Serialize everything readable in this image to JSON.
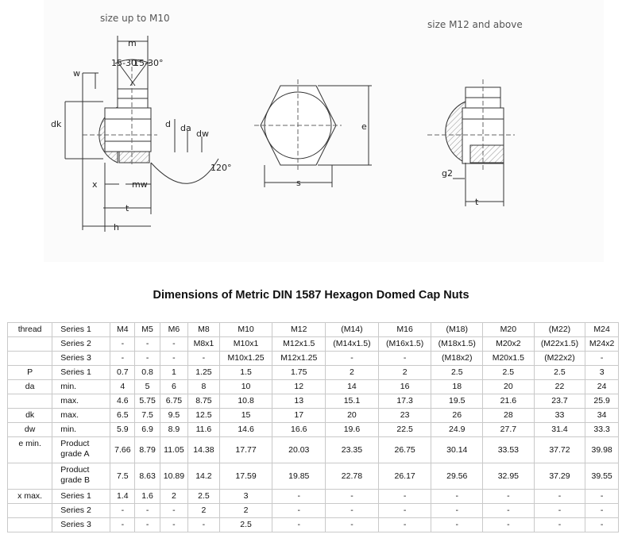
{
  "drawing": {
    "caption_left": "size up to M10",
    "caption_right": "size M12 and above",
    "labels": {
      "m": "m",
      "w": "w",
      "dk": "dk",
      "d": "d",
      "da": "da",
      "dw": "dw",
      "x": "x",
      "mw": "mw",
      "t": "t",
      "h": "h",
      "e": "e",
      "s": "s",
      "g2": "g2",
      "angle1": "15-30°",
      "angle2": "15-30°",
      "angle3": "120°"
    }
  },
  "title": "Dimensions of Metric DIN 1587 Hexagon Domed Cap Nuts",
  "table": {
    "rows": [
      [
        "thread",
        "Series 1",
        "M4",
        "M5",
        "M6",
        "M8",
        "M10",
        "M12",
        "(M14)",
        "M16",
        "(M18)",
        "M20",
        "(M22)",
        "M24"
      ],
      [
        "",
        "Series 2",
        "-",
        "-",
        "-",
        "M8x1",
        "M10x1",
        "M12x1.5",
        "(M14x1.5)",
        "(M16x1.5)",
        "(M18x1.5)",
        "M20x2",
        "(M22x1.5)",
        "M24x2"
      ],
      [
        "",
        "Series 3",
        "-",
        "-",
        "-",
        "-",
        "M10x1.25",
        "M12x1.25",
        "-",
        "-",
        "(M18x2)",
        "M20x1.5",
        "(M22x2)",
        "-"
      ],
      [
        "P",
        "Series 1",
        "0.7",
        "0.8",
        "1",
        "1.25",
        "1.5",
        "1.75",
        "2",
        "2",
        "2.5",
        "2.5",
        "2.5",
        "3"
      ],
      [
        "da",
        "min.",
        "4",
        "5",
        "6",
        "8",
        "10",
        "12",
        "14",
        "16",
        "18",
        "20",
        "22",
        "24"
      ],
      [
        "",
        "max.",
        "4.6",
        "5.75",
        "6.75",
        "8.75",
        "10.8",
        "13",
        "15.1",
        "17.3",
        "19.5",
        "21.6",
        "23.7",
        "25.9"
      ],
      [
        "dk",
        "max.",
        "6.5",
        "7.5",
        "9.5",
        "12.5",
        "15",
        "17",
        "20",
        "23",
        "26",
        "28",
        "33",
        "34"
      ],
      [
        "dw",
        "min.",
        "5.9",
        "6.9",
        "8.9",
        "11.6",
        "14.6",
        "16.6",
        "19.6",
        "22.5",
        "24.9",
        "27.7",
        "31.4",
        "33.3"
      ],
      [
        "e min.",
        "Product grade A",
        "7.66",
        "8.79",
        "11.05",
        "14.38",
        "17.77",
        "20.03",
        "23.35",
        "26.75",
        "30.14",
        "33.53",
        "37.72",
        "39.98"
      ],
      [
        "",
        "Product grade B",
        "7.5",
        "8.63",
        "10.89",
        "14.2",
        "17.59",
        "19.85",
        "22.78",
        "26.17",
        "29.56",
        "32.95",
        "37.29",
        "39.55"
      ],
      [
        "x max.",
        "Series 1",
        "1.4",
        "1.6",
        "2",
        "2.5",
        "3",
        "-",
        "-",
        "-",
        "-",
        "-",
        "-",
        "-"
      ],
      [
        "",
        "Series 2",
        "-",
        "-",
        "-",
        "2",
        "2",
        "-",
        "-",
        "-",
        "-",
        "-",
        "-",
        "-"
      ],
      [
        "",
        "Series 3",
        "-",
        "-",
        "-",
        "-",
        "2.5",
        "-",
        "-",
        "-",
        "-",
        "-",
        "-",
        "-"
      ]
    ]
  }
}
